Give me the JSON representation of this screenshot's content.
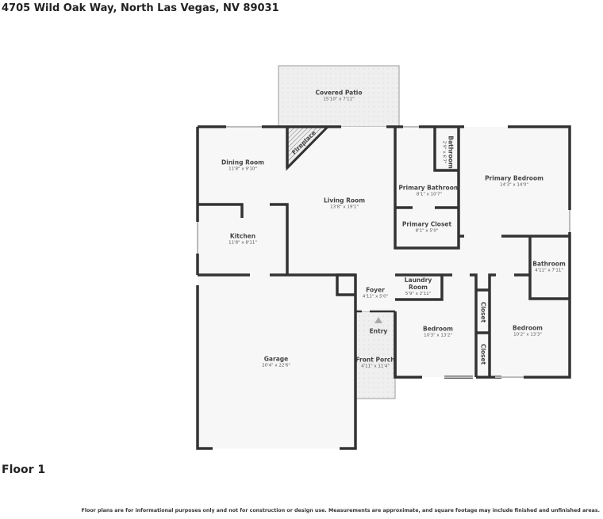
{
  "header": {
    "address": "4705 Wild Oak Way, North Las Vegas, NV 89031"
  },
  "floor_label": "Floor 1",
  "disclaimer": "Floor plans are for informational purposes only and not for construction or design use. Measurements are approximate, and square footage may include finished and unfinished areas.",
  "colors": {
    "wall": "#333333",
    "floor": "#f7f7f7",
    "outdoor": "#ededed"
  },
  "rooms": [
    {
      "name": "Covered Patio",
      "dims": "15'10\" x 7'11\""
    },
    {
      "name": "Fireplace",
      "dims": ""
    },
    {
      "name": "Dining Room",
      "dims": "11'8\" x 9'10\""
    },
    {
      "name": "Living Room",
      "dims": "13'8\" x 19'1\""
    },
    {
      "name": "Bathroom",
      "dims": "2'9\" x 6'7\""
    },
    {
      "name": "Primary Bathroom",
      "dims": "8'1\" x 10'7\""
    },
    {
      "name": "Primary Bedroom",
      "dims": "14'3\" x 14'0\""
    },
    {
      "name": "Primary Closet",
      "dims": "8'1\" x 5'0\""
    },
    {
      "name": "Kitchen",
      "dims": "11'8\" x 8'11\""
    },
    {
      "name": "Bathroom",
      "dims": "4'11\" x 7'11\""
    },
    {
      "name": "Foyer",
      "dims": "4'11\" x 5'0\""
    },
    {
      "name": "Laundry Room",
      "dims": "5'9\" x 2'11\""
    },
    {
      "name": "Entry",
      "dims": ""
    },
    {
      "name": "Bedroom",
      "dims": "10'3\" x 13'2\""
    },
    {
      "name": "Closet",
      "dims": ""
    },
    {
      "name": "Bedroom",
      "dims": "10'2\" x 13'3\""
    },
    {
      "name": "Closet",
      "dims": ""
    },
    {
      "name": "Garage",
      "dims": "20'4\" x 22'6\""
    },
    {
      "name": "Front Porch",
      "dims": "4'11\" x 11'4\""
    }
  ]
}
